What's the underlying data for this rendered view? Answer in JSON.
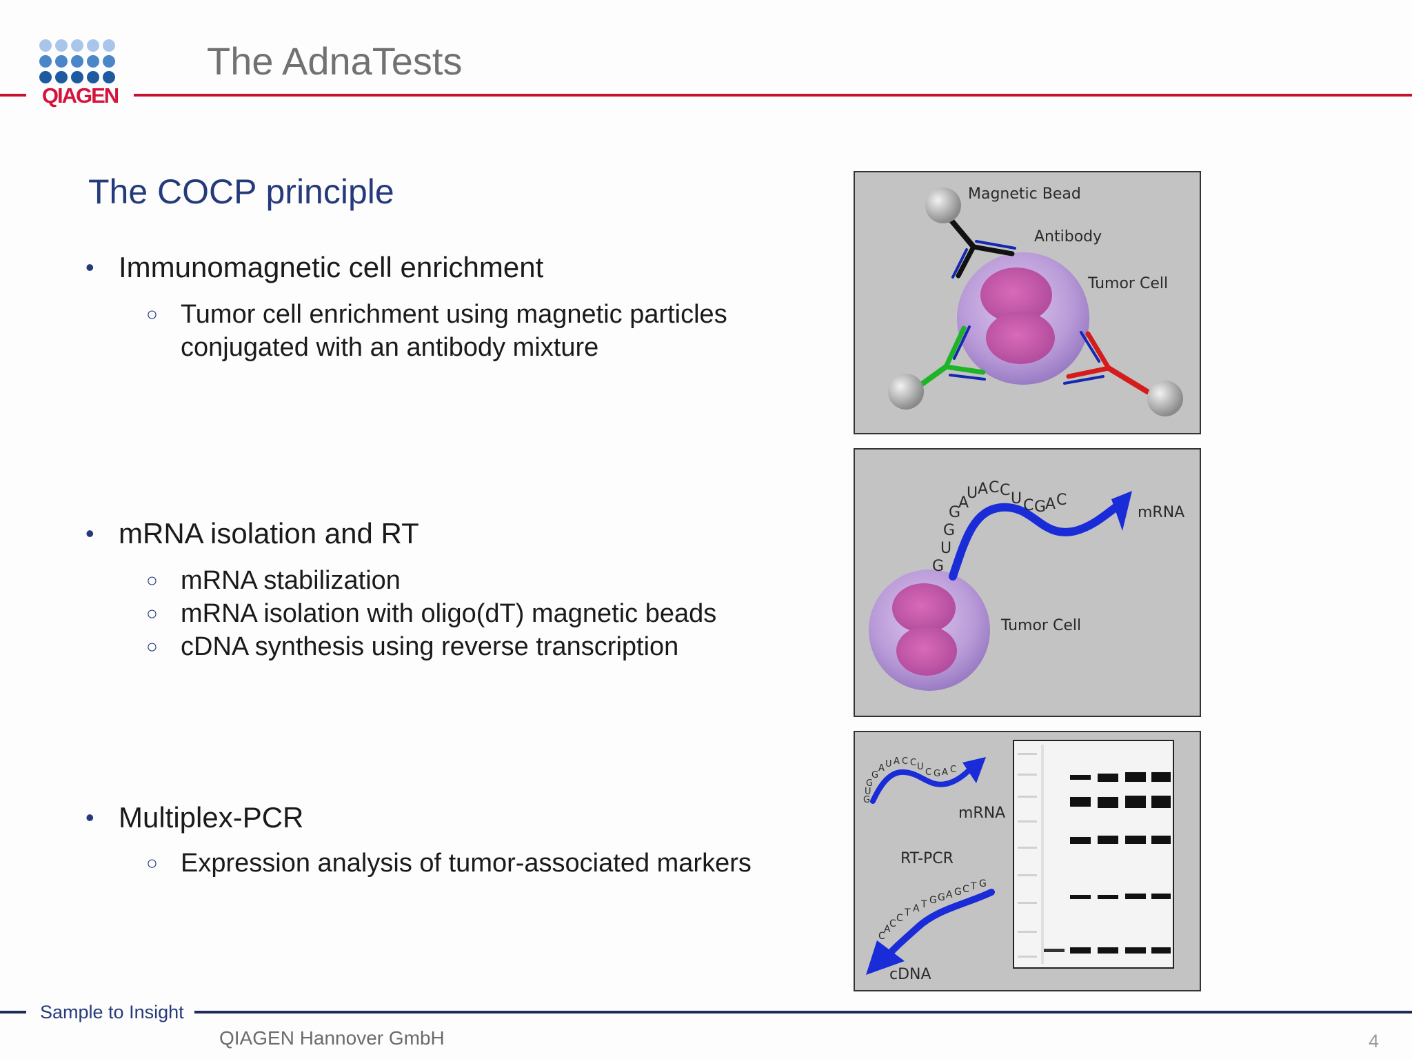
{
  "header": {
    "logo_text": "QIAGEN",
    "title": "The AdnaTests"
  },
  "content": {
    "heading": "The COCP principle",
    "bullets": [
      {
        "text": "Immunomagnetic cell enrichment",
        "subitems": [
          "Tumor cell enrichment using magnetic particles",
          "conjugated with an antibody mixture"
        ]
      },
      {
        "text": "mRNA isolation and RT",
        "subitems": [
          "mRNA stabilization",
          "mRNA isolation with oligo(dT) magnetic beads",
          "cDNA synthesis using reverse transcription"
        ]
      },
      {
        "text": "Multiplex-PCR",
        "subitems": [
          "Expression analysis of tumor-associated markers"
        ]
      }
    ]
  },
  "figure": {
    "panel1": {
      "labels": [
        "Magnetic Bead",
        "Antibody",
        "Tumor Cell"
      ]
    },
    "panel2": {
      "labels": [
        "mRNA",
        "Tumor Cell"
      ],
      "sequence": [
        "G",
        "U",
        "G",
        "G",
        "A",
        "U",
        "A",
        "C",
        "C",
        "U",
        "C",
        "G",
        "A",
        "C"
      ]
    },
    "panel3": {
      "labels": [
        "mRNA",
        "RT-PCR",
        "cDNA"
      ],
      "mrna_sequence": [
        "G",
        "U",
        "G",
        "G",
        "A",
        "U",
        "A",
        "C",
        "C",
        "U",
        "C",
        "G",
        "A",
        "C"
      ],
      "cdna_sequence": [
        "C",
        "A",
        "C",
        "C",
        "T",
        "A",
        "T",
        "G",
        "G",
        "A",
        "G",
        "C",
        "T",
        "G"
      ]
    }
  },
  "footer": {
    "tagline": "Sample to Insight",
    "company": "QIAGEN Hannover GmbH",
    "page_number": "4"
  },
  "colors": {
    "brand_red": "#c8102e",
    "brand_blue": "#253a7a",
    "logo_dot_light": "#a9c6ea",
    "logo_dot_mid": "#4a86c8",
    "logo_dot_dark": "#1d5aa0"
  }
}
